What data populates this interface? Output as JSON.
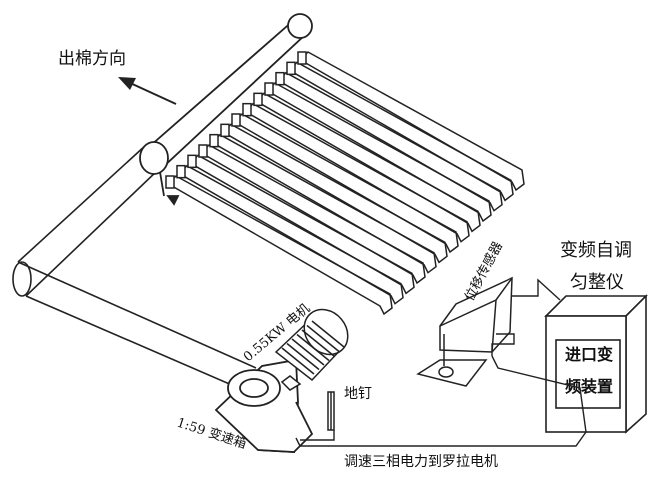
{
  "labels": {
    "output_direction": "出棉方向",
    "vfd_self_adjust": [
      "变频自调",
      "匀整仪"
    ],
    "imported_vfd": [
      "进口变",
      "频装置"
    ],
    "displacement_sensor": "位移传感器",
    "motor": "0.55KW 电机",
    "gearbox": "1:59 变速箱",
    "ground_nail": "地钉",
    "power_line": "调速三相电力到罗拉电机"
  },
  "colors": {
    "stroke": "#222222",
    "background": "#ffffff"
  }
}
